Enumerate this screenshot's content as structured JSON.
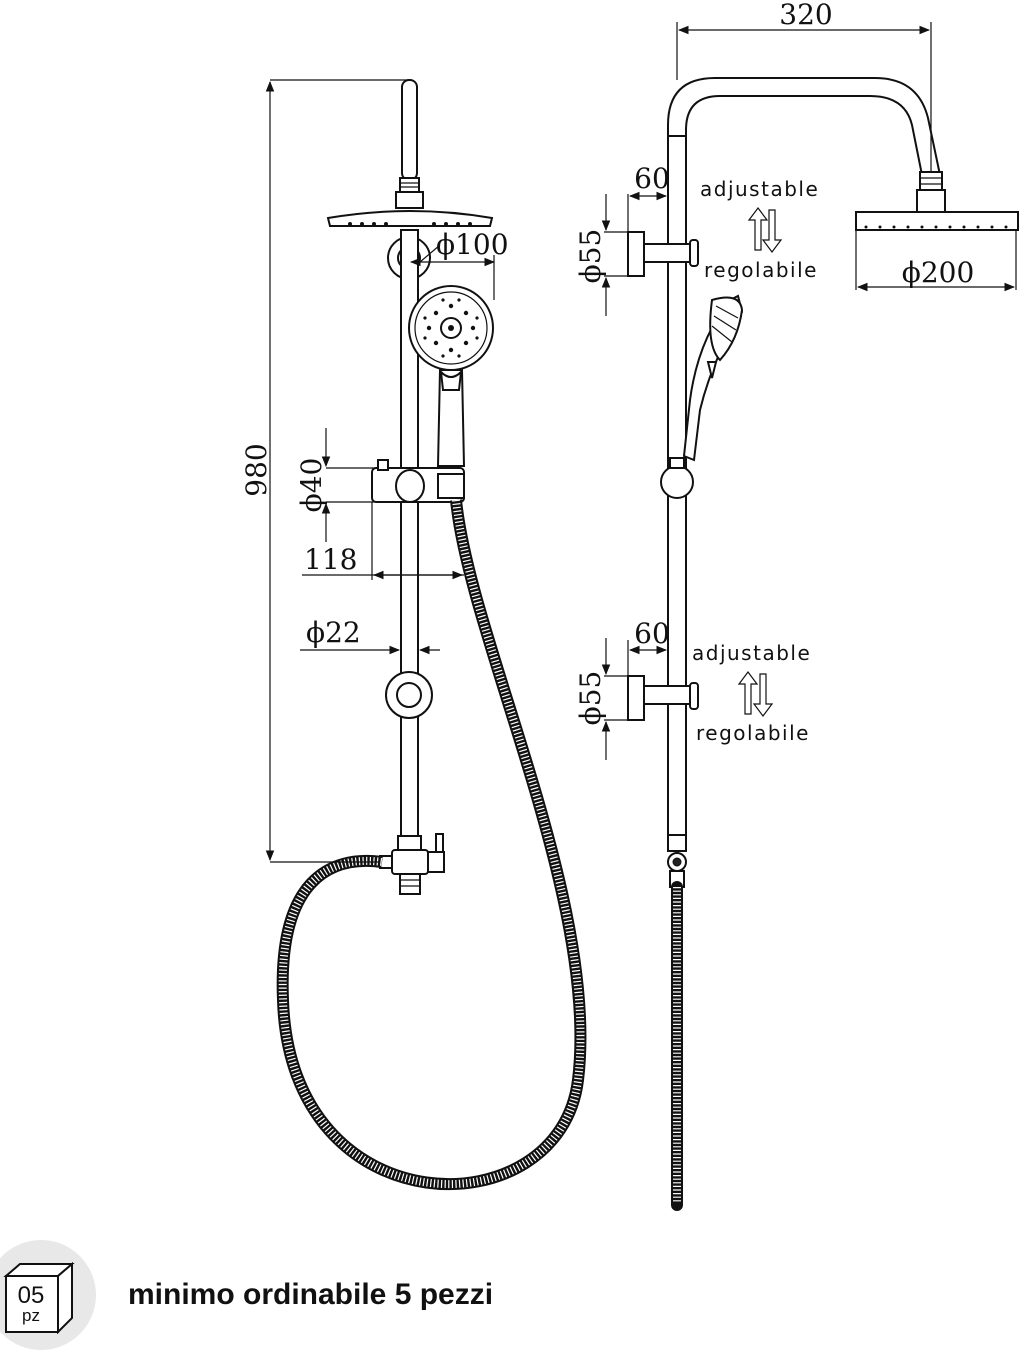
{
  "dimensions": {
    "total_height": "980",
    "top_arm_width": "320",
    "hand_shower_diameter": "ϕ100",
    "head_shower_diameter": "ϕ200",
    "slider_diameter": "ϕ40",
    "slider_depth": "118",
    "bar_diameter": "ϕ22",
    "bracket_upper_diameter": "ϕ55",
    "bracket_upper_offset": "60",
    "bracket_lower_diameter": "ϕ55",
    "bracket_lower_offset": "60"
  },
  "notes": {
    "upper_en": "adjustable",
    "upper_it": "regolabile",
    "lower_en": "adjustable",
    "lower_it": "regolabile"
  },
  "badge": {
    "number": "05",
    "unit": "pz"
  },
  "min_order": "minimo ordinabile 5 pezzi"
}
